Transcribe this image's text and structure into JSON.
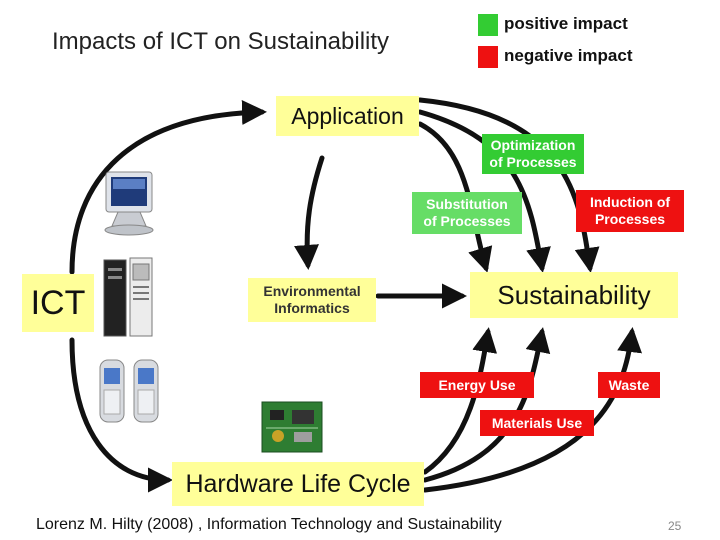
{
  "title": "Impacts of ICT on Sustainability",
  "legend": {
    "positive": {
      "label": "positive impact",
      "color": "#33cc33"
    },
    "negative": {
      "label": "negative impact",
      "color": "#ee1111"
    }
  },
  "nodes": {
    "application": "Application",
    "ict": "ICT",
    "sustainability": "Sustainability",
    "hardware_life_cycle": "Hardware Life Cycle",
    "environmental_informatics": [
      "Environmental",
      "Informatics"
    ],
    "optimization": [
      "Optimization",
      "of Processes"
    ],
    "substitution": [
      "Substitution",
      "of Processes"
    ],
    "induction": [
      "Induction of",
      "Processes"
    ],
    "energy_use": "Energy Use",
    "waste": "Waste",
    "materials_use": "Materials Use"
  },
  "icons": [
    "monitor-icon",
    "computer-tower-icon",
    "mobile-phone-icon",
    "circuit-board-icon"
  ],
  "footer": "Lorenz M. Hilty (2008) , Information Technology and Sustainability",
  "page_number": "25"
}
